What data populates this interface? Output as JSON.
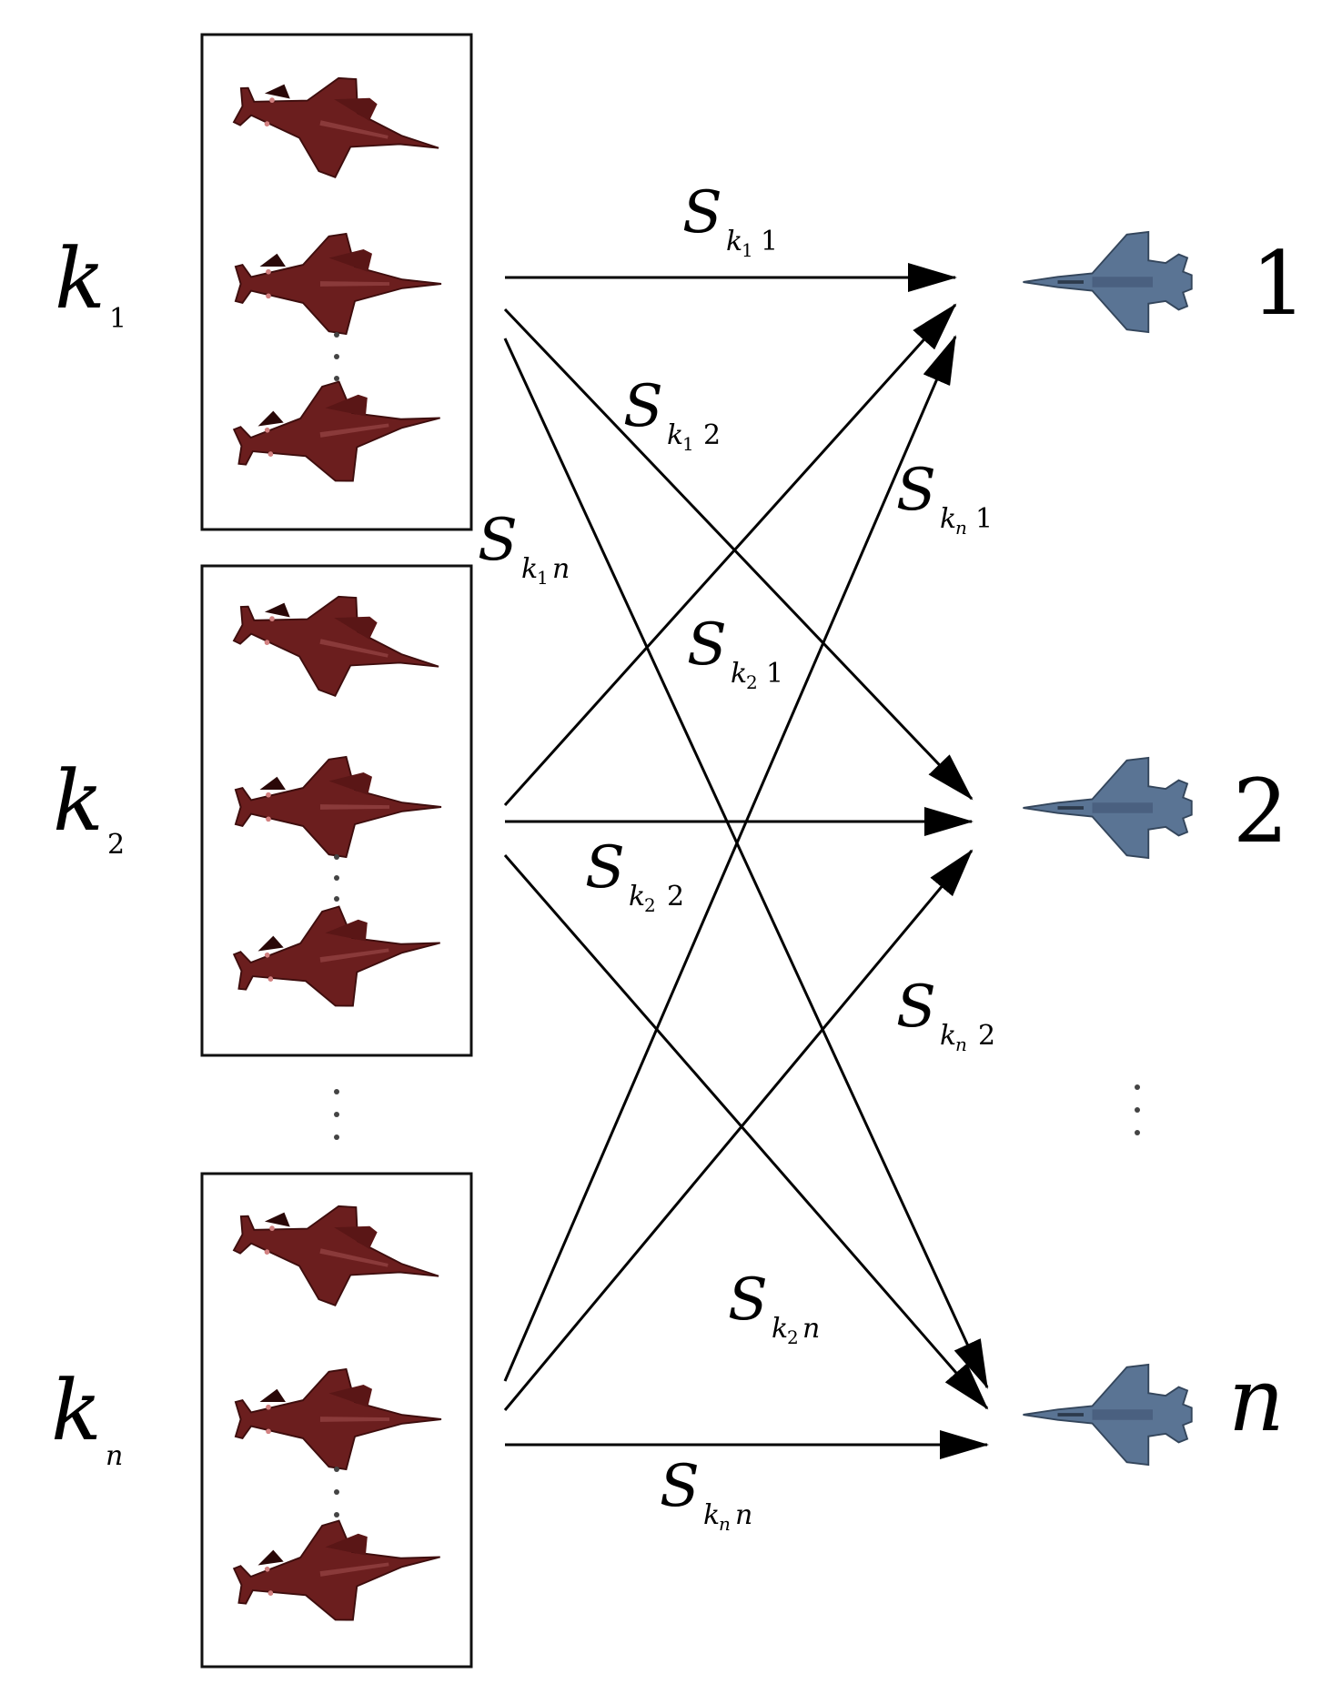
{
  "attacker_groups": [
    {
      "label": "k",
      "subscript": "1"
    },
    {
      "label": "k",
      "subscript": "2"
    },
    {
      "label": "k",
      "subscript": "n"
    }
  ],
  "targets": [
    {
      "label": "1"
    },
    {
      "label": "2"
    },
    {
      "label": "n"
    }
  ],
  "edges": [
    {
      "from": "k1",
      "to": "1",
      "label": {
        "main": "S",
        "sub": "k",
        "subsub": "1",
        "idx": "1"
      }
    },
    {
      "from": "k1",
      "to": "2",
      "label": {
        "main": "S",
        "sub": "k",
        "subsub": "1",
        "idx": "2"
      }
    },
    {
      "from": "k1",
      "to": "n",
      "label": {
        "main": "S",
        "sub": "k",
        "subsub": "1",
        "idx": "n"
      }
    },
    {
      "from": "k2",
      "to": "1",
      "label": {
        "main": "S",
        "sub": "k",
        "subsub": "2",
        "idx": "1"
      }
    },
    {
      "from": "k2",
      "to": "2",
      "label": {
        "main": "S",
        "sub": "k",
        "subsub": "2",
        "idx": "2"
      }
    },
    {
      "from": "k2",
      "to": "n",
      "label": {
        "main": "S",
        "sub": "k",
        "subsub": "2",
        "idx": "n"
      }
    },
    {
      "from": "kn",
      "to": "1",
      "label": {
        "main": "S",
        "sub": "k",
        "subsub": "n",
        "idx": "1"
      }
    },
    {
      "from": "kn",
      "to": "2",
      "label": {
        "main": "S",
        "sub": "k",
        "subsub": "n",
        "idx": "2"
      }
    },
    {
      "from": "kn",
      "to": "n",
      "label": {
        "main": "S",
        "sub": "k",
        "subsub": "n",
        "idx": "n"
      }
    }
  ],
  "colors": {
    "attacker_jet": "#6b1e1e",
    "attacker_jet_dark": "#3e0d0d",
    "target_jet": "#5a7494",
    "target_jet_dark": "#34465c"
  },
  "icons": {
    "attacker": "fighter-jet-icon",
    "target": "fighter-jet-icon"
  }
}
